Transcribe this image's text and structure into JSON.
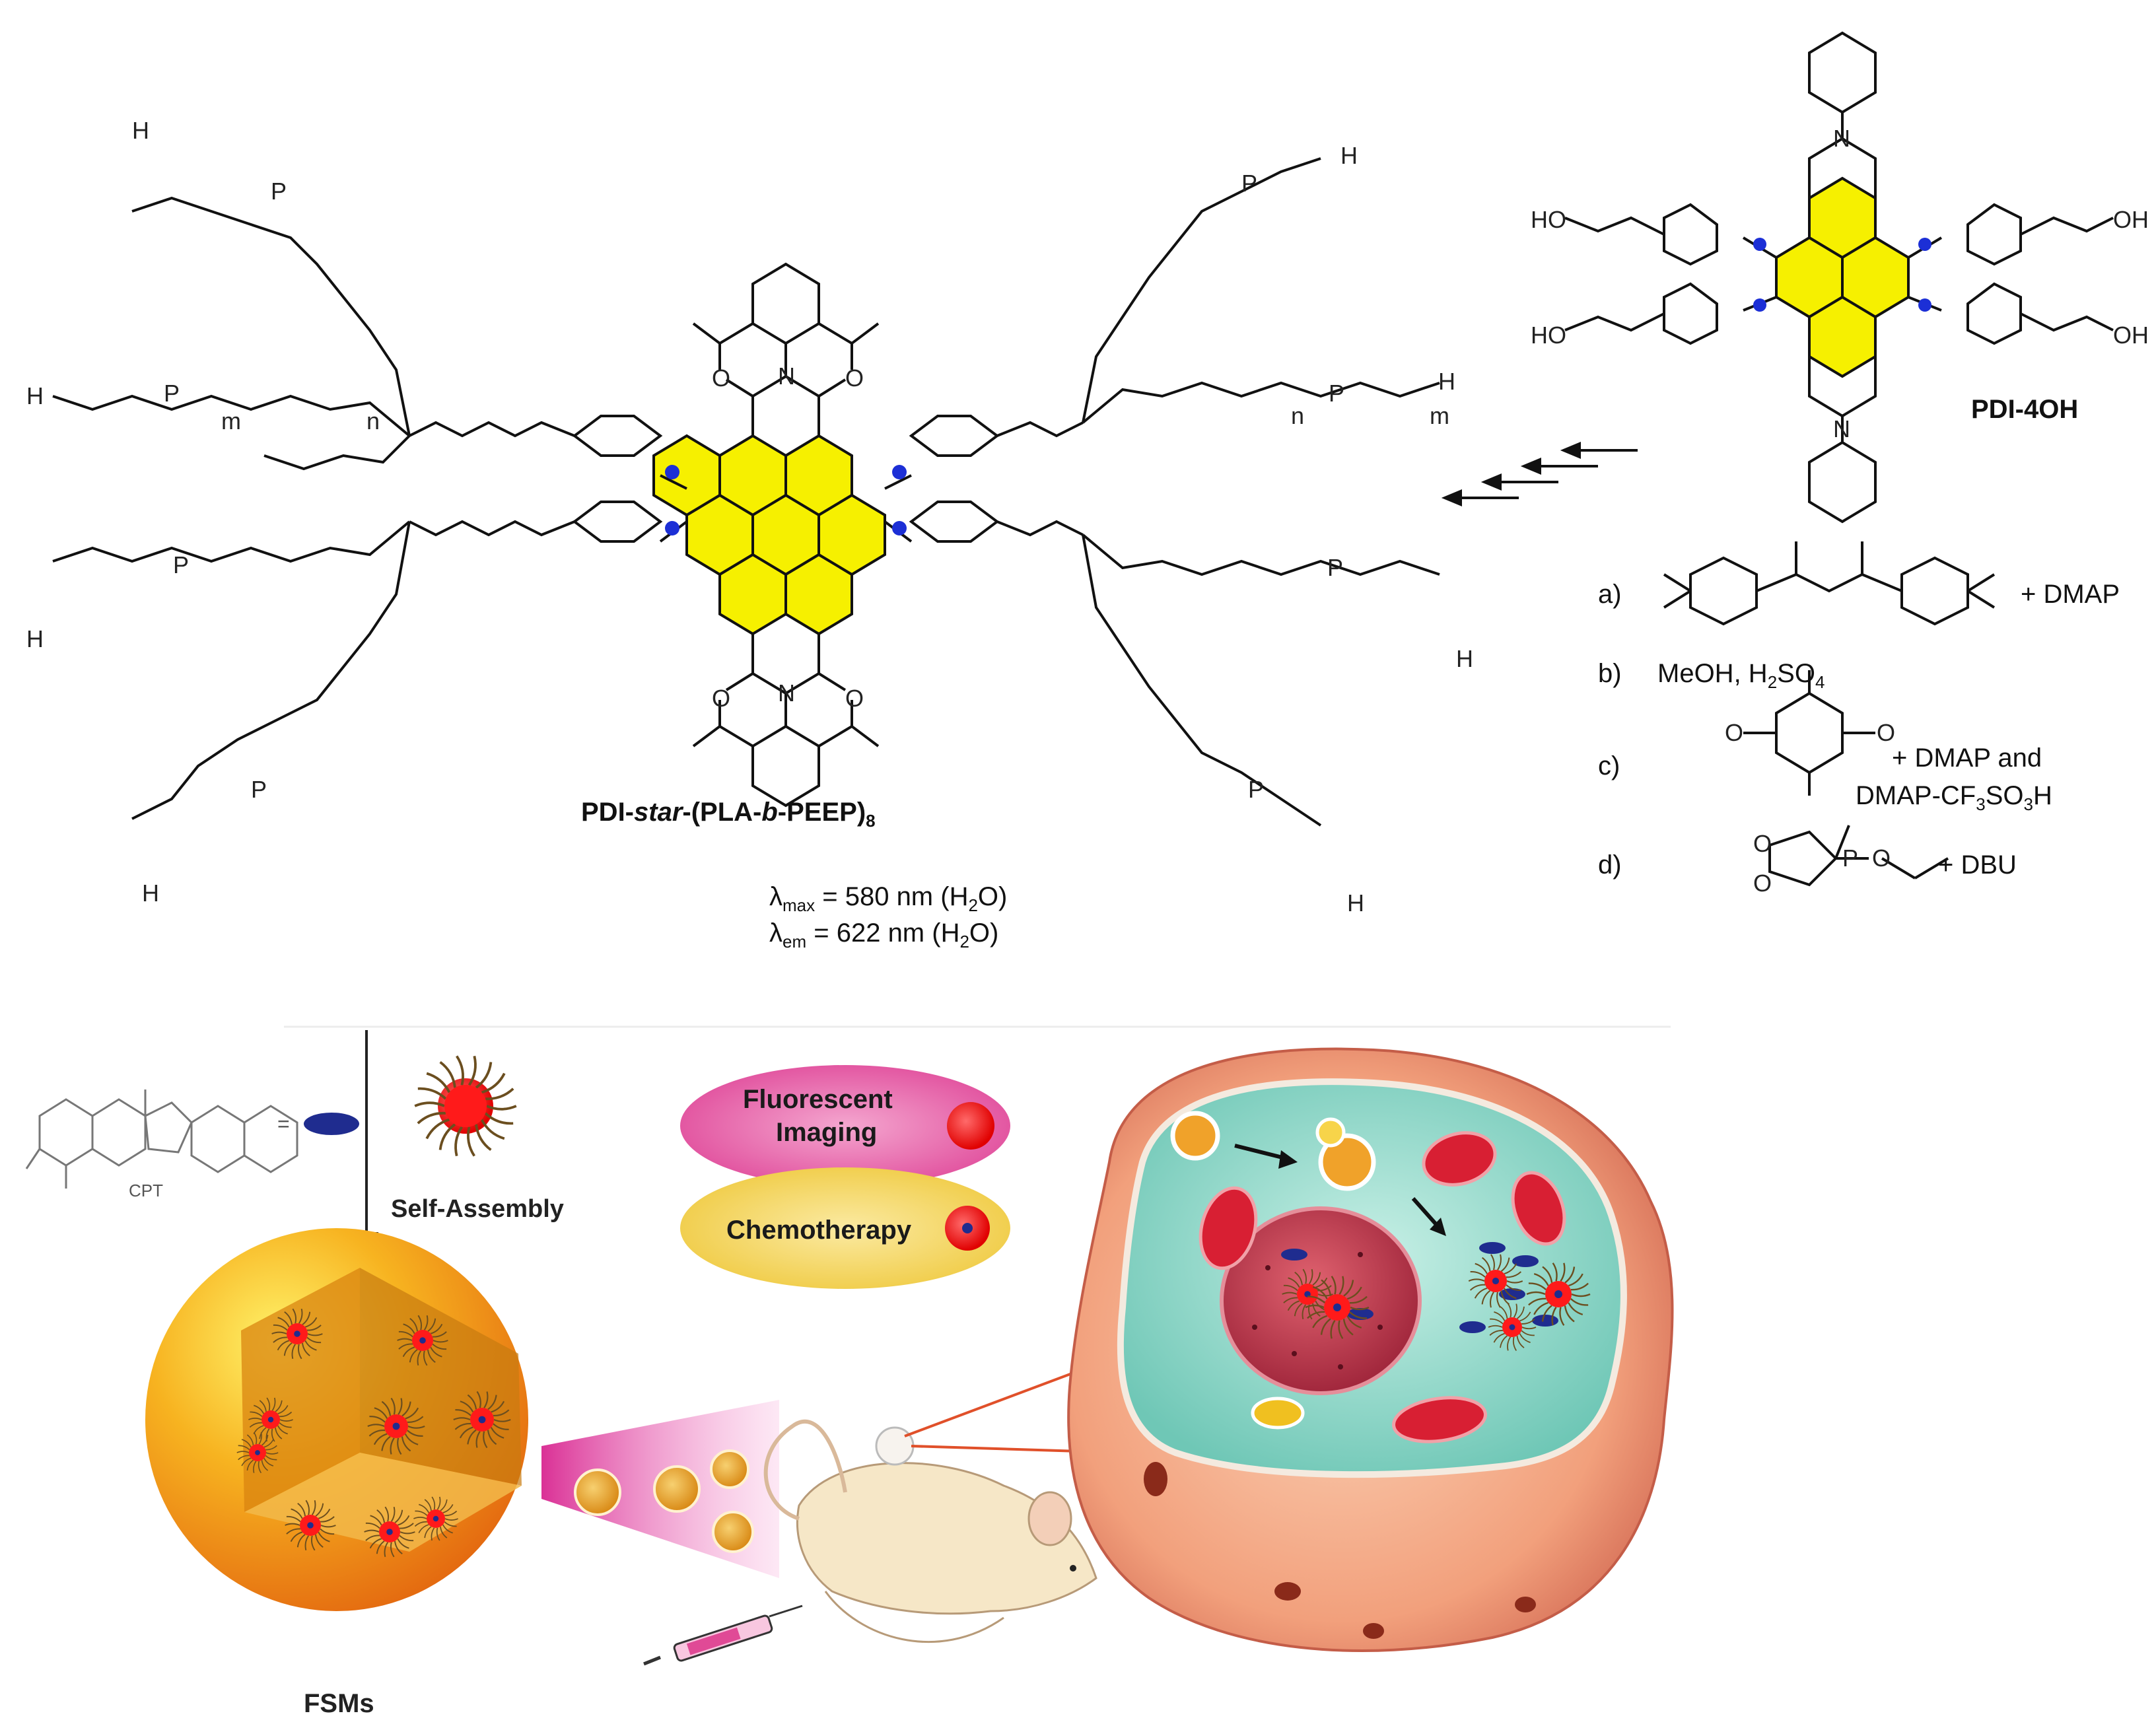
{
  "scheme": {
    "pdi4oh_label": "PDI-4OH",
    "star_prefix": "PDI-",
    "star_italic": "star",
    "star_mid": "-(PLA-",
    "star_b": "b",
    "star_suffix": "-PEEP)",
    "star_sub": "8",
    "lambda_max_sub": "max",
    "lambda_max_value": " = 580 nm (H",
    "lambda_max_tail": "O)",
    "lambda_em_sub": "em",
    "lambda_em_value": "  = 622 nm (H",
    "lambda_em_tail": "O)",
    "water_sub": "2"
  },
  "reagents": {
    "a_letter": "a)",
    "a_text": "+ DMAP",
    "b_letter": "b)",
    "b_text": "MeOH, H",
    "b_sub": "2",
    "b_tail": "SO",
    "b_sub2": "4",
    "c_letter": "c)",
    "c_text1": "+ DMAP and",
    "c_text2": "DMAP-CF",
    "c_sub1": "3",
    "c_text3": "SO",
    "c_sub2": "3",
    "c_text4": "H",
    "d_letter": "d)",
    "d_text": "+ DBU"
  },
  "atoms": {
    "O": "O",
    "N": "N",
    "P": "P",
    "H": "H",
    "HO": "HO",
    "OH": "OH",
    "m": "m",
    "n": "n"
  },
  "cartoon": {
    "cpt_label": "CPT",
    "equals": "=",
    "self_assembly": "Self-Assembly",
    "fluorescent_imaging_line1": "Fluorescent",
    "fluorescent_imaging_line2": "Imaging",
    "chemotherapy": "Chemotherapy",
    "fsms": "FSMs"
  },
  "colors": {
    "perylene_yellow": "#f6f000",
    "ether_oxygen_blue": "#1c2fd6",
    "micelle_core_red": "#ff1a1a",
    "cpt_blue": "#1f2c8f",
    "imaging_pink": "#e95ea4",
    "chemo_yellow": "#f4d75a",
    "cytoplasm_teal": "#8fd8c8",
    "cell_outer": "#f2a382",
    "nucleus_red": "#b0354a",
    "sphere_orange": "#f6a81c"
  }
}
